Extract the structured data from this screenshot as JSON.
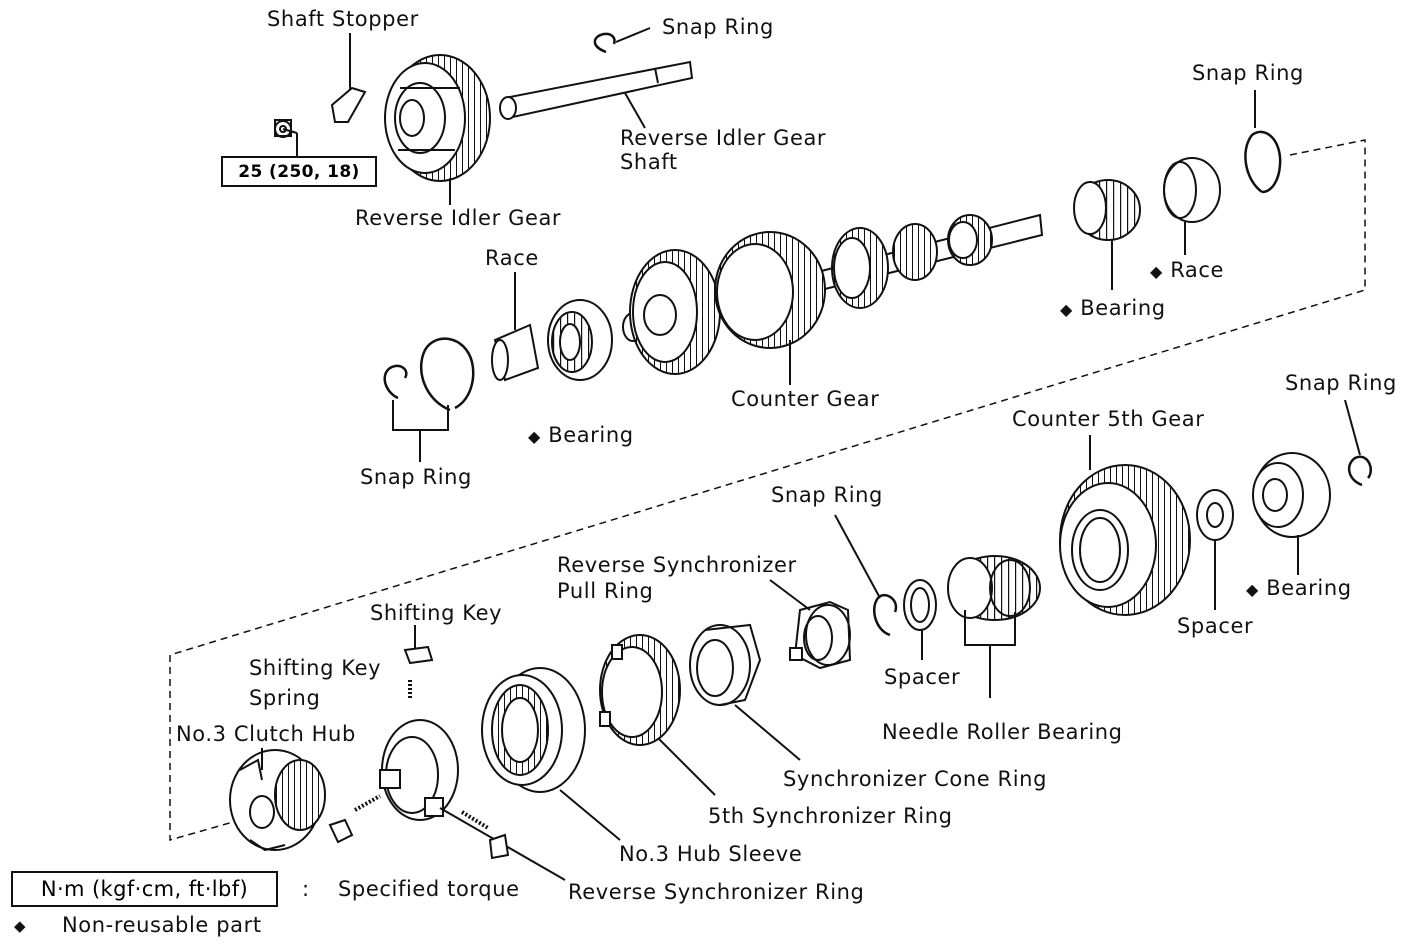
{
  "parts": {
    "shaft_stopper": "Shaft Stopper",
    "snap_ring_top": "Snap Ring",
    "reverse_idler_gear_shaft_line1": "Reverse Idler Gear",
    "reverse_idler_gear_shaft_line2": "Shaft",
    "torque_value": "25 (250, 18)",
    "reverse_idler_gear": "Reverse Idler Gear",
    "snap_ring_right_top": "Snap Ring",
    "race_upper": "Race",
    "race_right": "Race",
    "bearing_right": "Bearing",
    "bearing_mid": "Bearing",
    "counter_gear": "Counter Gear",
    "snap_ring_mid_left": "Snap Ring",
    "snap_ring_far_right": "Snap Ring",
    "counter_5th_gear": "Counter 5th Gear",
    "snap_ring_center": "Snap Ring",
    "reverse_sync_pull_ring_line1": "Reverse Synchronizer",
    "reverse_sync_pull_ring_line2": "Pull Ring",
    "shifting_key": "Shifting Key",
    "shifting_key_spring_line1": "Shifting Key",
    "shifting_key_spring_line2": "Spring",
    "no3_clutch_hub": "No.3 Clutch Hub",
    "spacer_center": "Spacer",
    "spacer_right": "Spacer",
    "bearing_lower_right": "Bearing",
    "needle_roller_bearing": "Needle Roller Bearing",
    "synchronizer_cone_ring": "Synchronizer Cone Ring",
    "fifth_synchronizer_ring": "5th Synchronizer Ring",
    "no3_hub_sleeve": "No.3 Hub Sleeve",
    "reverse_synchronizer_ring": "Reverse Synchronizer Ring"
  },
  "legend": {
    "torque_unit": "N·m (kgf·cm, ft·lbf)",
    "colon": ":",
    "torque_desc": "Specified torque",
    "nonreusable_symbol": "◆",
    "nonreusable_desc": "Non-reusable part"
  },
  "symbols": {
    "diamond": "◆"
  }
}
